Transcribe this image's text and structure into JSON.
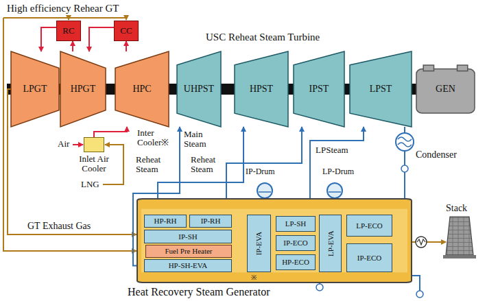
{
  "diagram": {
    "title": "High efficiency Rehear GT",
    "nodes": [
      {
        "text": [
          "RC"
        ]
      },
      {
        "text": [
          "CC"
        ]
      },
      {
        "text": [
          "LPGT"
        ]
      },
      {
        "text": [
          "HPGT"
        ]
      },
      {
        "text": [
          "HPC"
        ]
      },
      {
        "text": [
          "UHPST"
        ]
      },
      {
        "text": [
          "HPST"
        ]
      },
      {
        "text": [
          "IPST"
        ]
      },
      {
        "text": [
          "LPST"
        ]
      },
      {
        "text": [
          "GEN"
        ]
      },
      {
        "text": [
          "Inlet Air Cooler"
        ]
      },
      {
        "text": [
          "Heat Recovery Steam Generator"
        ]
      },
      {
        "text": [
          "HP-RH"
        ],
        "in": 11
      },
      {
        "text": [
          "IP-RH"
        ],
        "in": 11
      },
      {
        "text": [
          "IP-SH"
        ],
        "in": 11
      },
      {
        "text": [
          "Fuel Pre Heater"
        ],
        "in": 11
      },
      {
        "text": [
          "HP-SH-EVA"
        ],
        "in": 11
      },
      {
        "text": [
          "IP-EVA"
        ],
        "in": 11
      },
      {
        "text": [
          "LP-SH"
        ],
        "in": 11
      },
      {
        "text": [
          "IP-ECO"
        ],
        "in": 11
      },
      {
        "text": [
          "HP-ECO"
        ],
        "in": 11
      },
      {
        "text": [
          "LP-EVA"
        ],
        "in": 11
      },
      {
        "text": [
          "LP-ECO"
        ],
        "in": 11
      },
      {
        "text": [
          "IP-ECO"
        ],
        "in": 11
      }
    ],
    "edges": [
      {
        "from": 4,
        "to": 1,
        "arrow": "to"
      },
      {
        "from": 1,
        "to": 3,
        "arrow": "to"
      },
      {
        "from": 3,
        "to": 0,
        "arrow": "to"
      },
      {
        "from": 0,
        "to": 2,
        "arrow": "to"
      },
      {
        "from": 10,
        "to": 4,
        "arrow": "to"
      },
      {
        "from": 16,
        "to": 5,
        "arrow": "to"
      },
      {
        "from": 12,
        "to": 6,
        "arrow": "to"
      },
      {
        "from": 13,
        "to": 7,
        "arrow": "to"
      },
      {
        "from": 18,
        "to": 8,
        "arrow": "to"
      }
    ],
    "labels": [
      "USC Reheat Steam Turbine",
      "Inter Cooler※",
      "Air",
      "LNG",
      "Main Steam",
      "Reheat Steam",
      "Reheat Steam",
      "LPSteam",
      "Condenser",
      "IP-Drum",
      "LP-Drum",
      "GT Exhaust Gas",
      "Stack",
      "※"
    ]
  }
}
